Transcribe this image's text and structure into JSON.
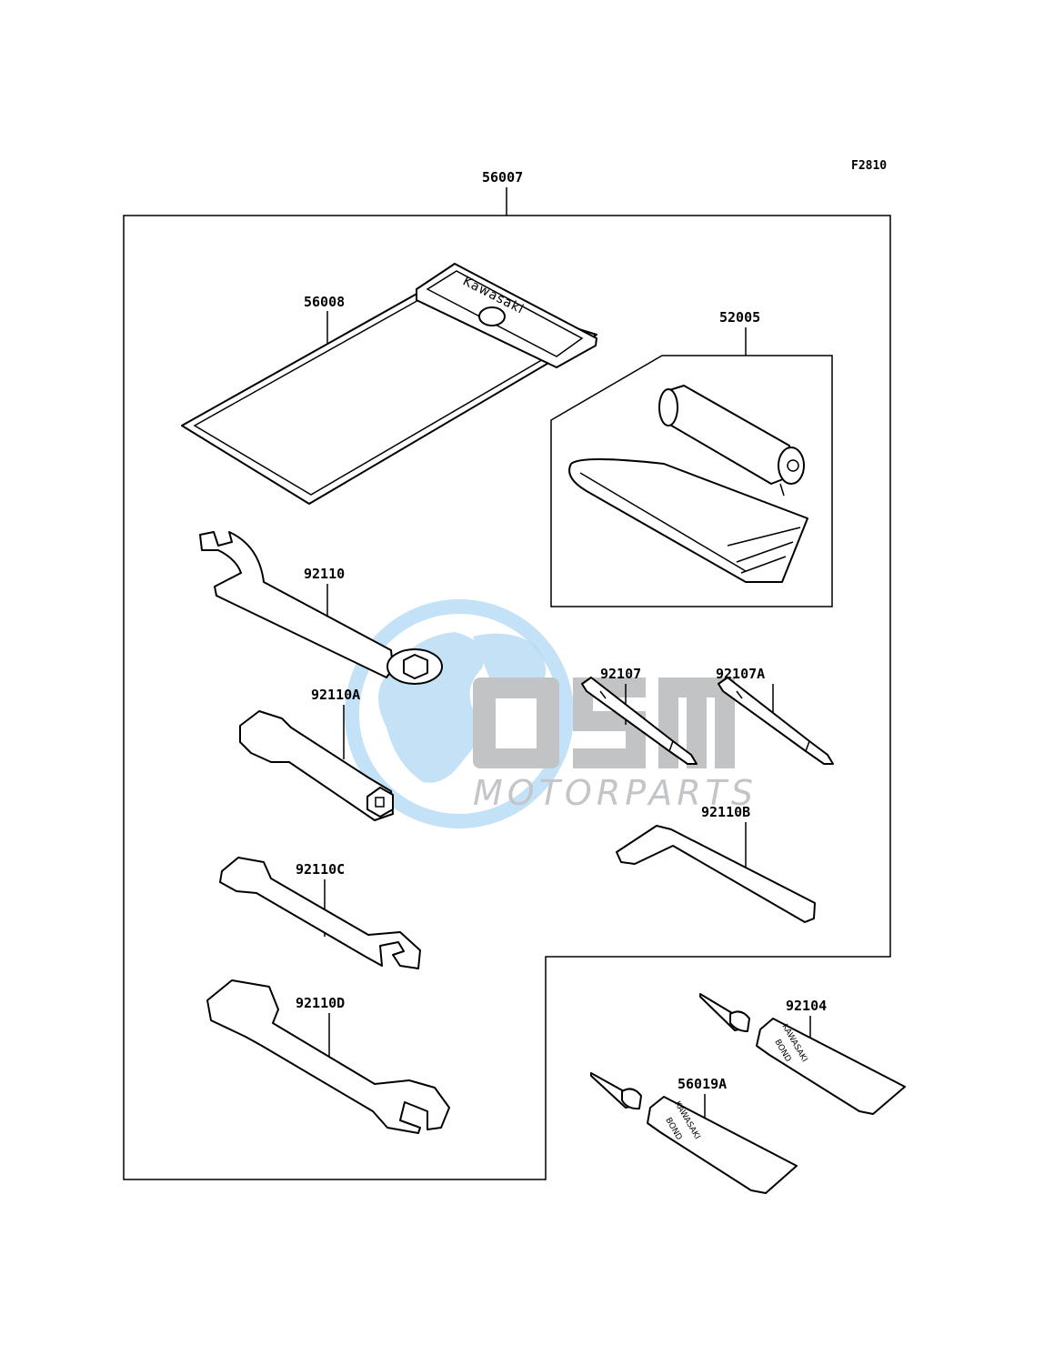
{
  "figure_code": "F2810",
  "kit_label": "56007",
  "watermark": {
    "brand": "OSM",
    "tagline": "MOTORPARTS"
  },
  "parts": [
    {
      "id": "56008",
      "name": "pouch"
    },
    {
      "id": "52005",
      "name": "tire-repair-kit"
    },
    {
      "id": "92110",
      "name": "spanner-wrench"
    },
    {
      "id": "92107",
      "name": "screwdriver"
    },
    {
      "id": "92107A",
      "name": "screwdriver"
    },
    {
      "id": "92110A",
      "name": "spark-plug-wrench"
    },
    {
      "id": "92110B",
      "name": "hex-key"
    },
    {
      "id": "92110C",
      "name": "open-end-wrench"
    },
    {
      "id": "92110D",
      "name": "open-end-wrench"
    },
    {
      "id": "92104",
      "name": "bond-tube"
    },
    {
      "id": "56019A",
      "name": "bond-tube"
    }
  ],
  "imprints": {
    "pouch_brand": "Kawasaki",
    "tube_brand": "KAWASAKI",
    "tube_product": "BOND"
  },
  "colors": {
    "line": "#000000",
    "background": "#ffffff",
    "watermark_blue": "#8fc3ec",
    "watermark_gray": "#b9bcc0"
  }
}
